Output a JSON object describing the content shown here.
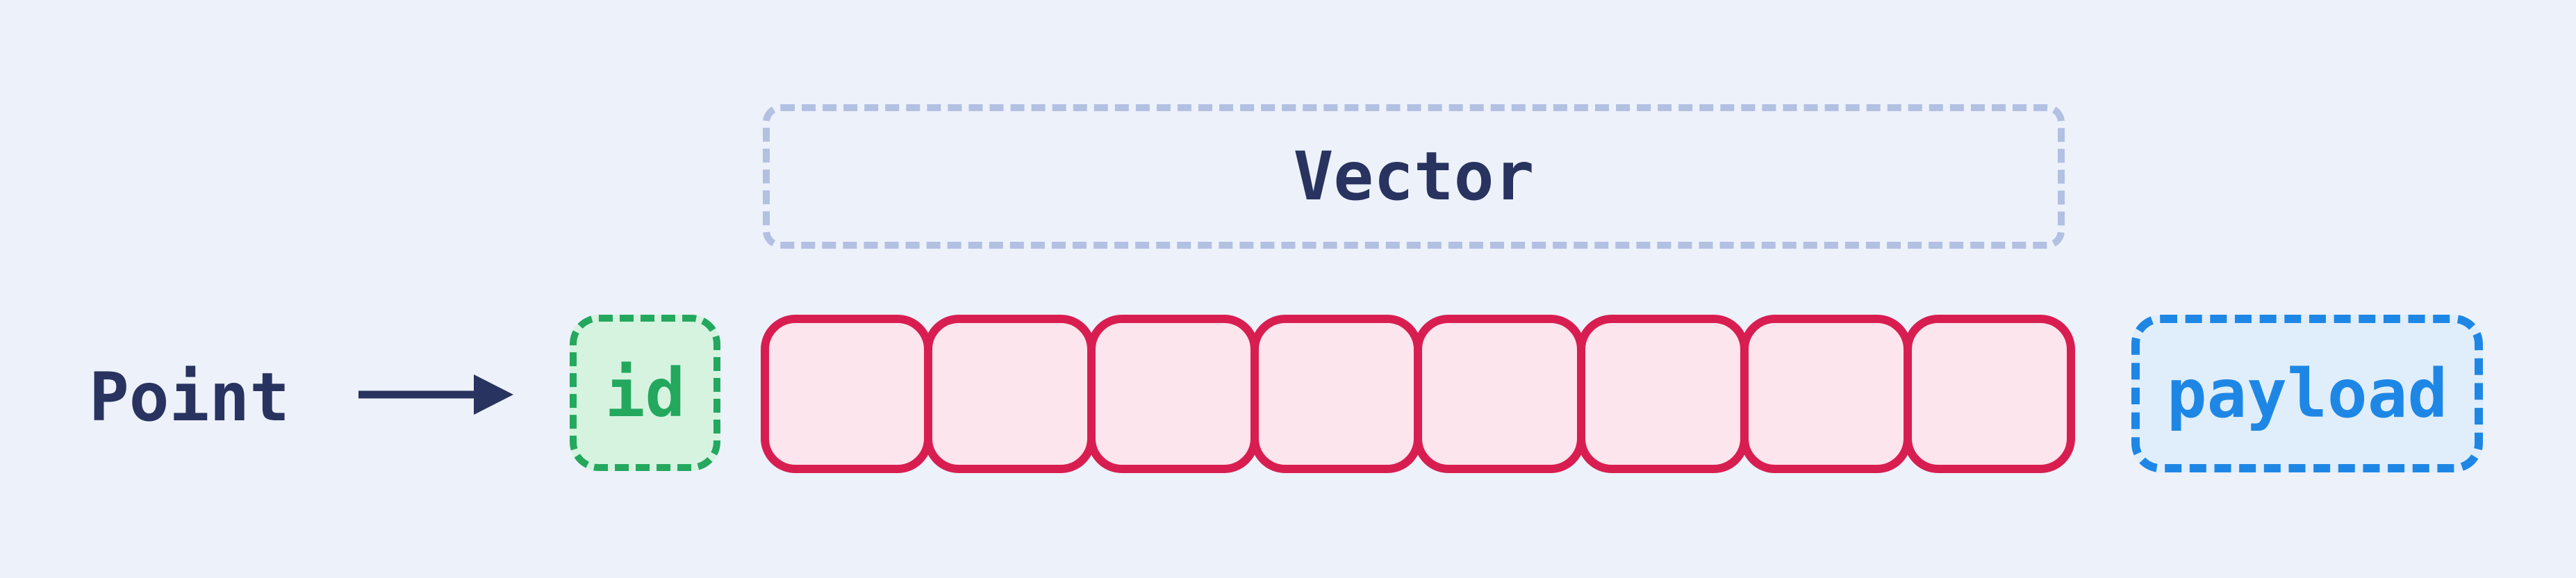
{
  "diagram": {
    "point_label": "Point",
    "arrow_icon": "arrow-right",
    "id_label": "id",
    "vector_label": "Vector",
    "vector_cells": 8,
    "payload_label": "payload",
    "colors": {
      "background": "#edf1fa",
      "navy": "#28335f",
      "green": "#23a85e",
      "green_fill": "#d6f3e0",
      "crimson": "#d81e50",
      "pink_fill": "#fce5ec",
      "blue": "#1e87e5",
      "blue_fill": "#e0eefb",
      "periwinkle": "#b2c0e2"
    }
  }
}
